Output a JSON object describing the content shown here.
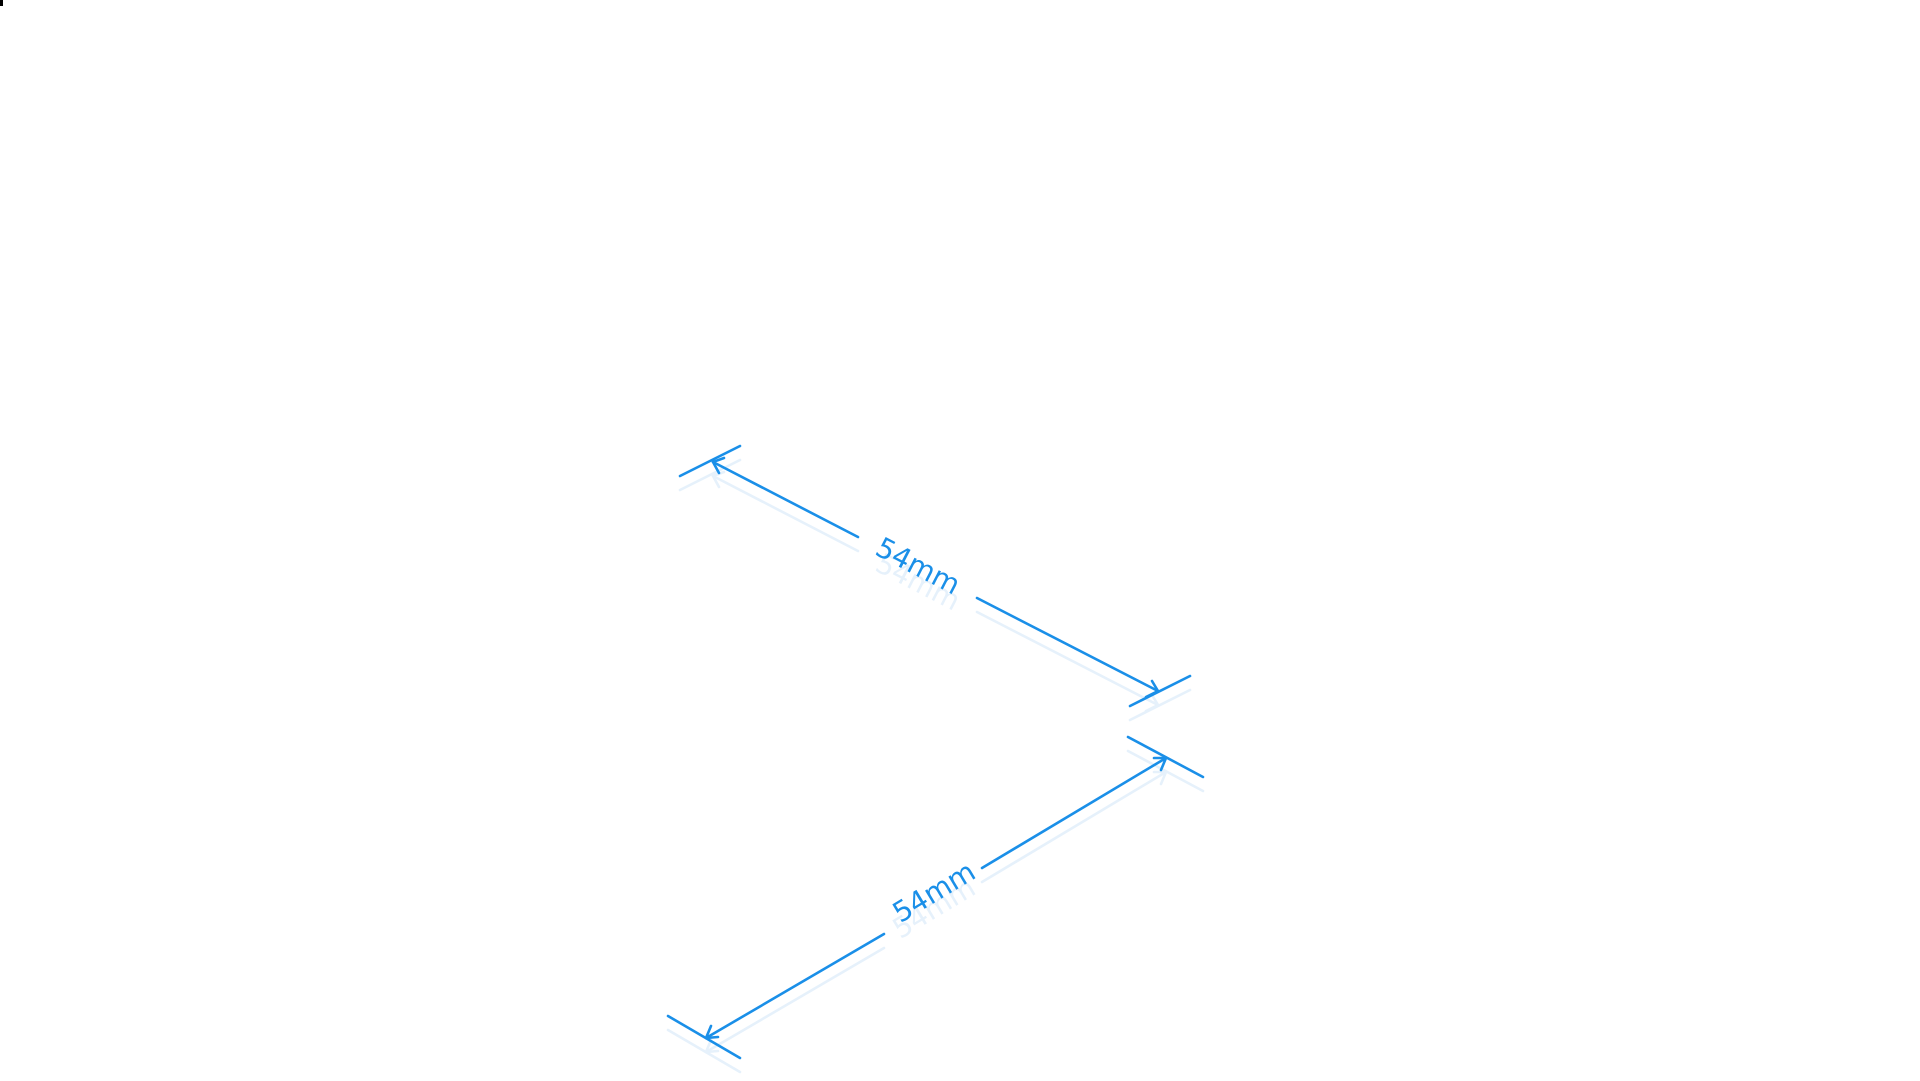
{
  "colors": {
    "dimension": "#1a8fe8",
    "shadow": "#e6f1fb",
    "background": "#ffffff"
  },
  "dimensions": [
    {
      "id": "top",
      "label": "54mm",
      "value_mm": 54
    },
    {
      "id": "bottom",
      "label": "54mm",
      "value_mm": 54
    }
  ]
}
